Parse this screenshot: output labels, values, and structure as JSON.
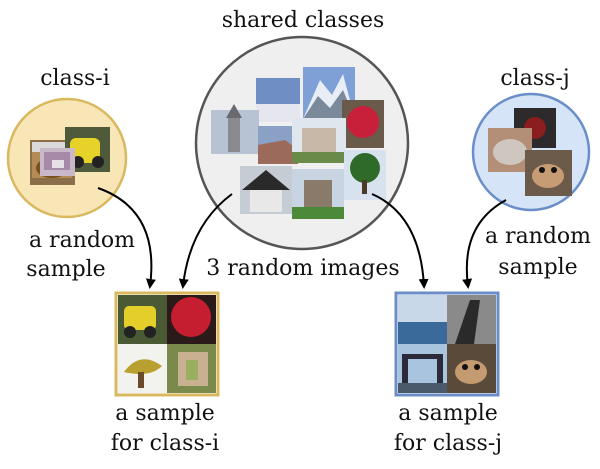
{
  "labels": {
    "class_i": "class-i",
    "class_j": "class-j",
    "shared": "shared classes",
    "random_sample_left_1": "a random",
    "random_sample_left_2": "sample",
    "random_sample_right_1": "a random",
    "random_sample_right_2": "sample",
    "three_random": "3 random images",
    "sample_for_i_1": "a sample",
    "sample_for_i_2": "for class-i",
    "sample_for_j_1": "a sample",
    "sample_for_j_2": "for class-j"
  },
  "colors": {
    "class_i_fill": "#f9e6b7",
    "class_i_stroke": "#d9b860",
    "class_j_fill": "#d6e4f8",
    "class_j_stroke": "#6a8ec8",
    "shared_fill": "#efefef",
    "shared_stroke": "#555555",
    "frame_i": "#d9b860",
    "frame_j": "#6a8ec8",
    "arrow": "#000000"
  }
}
